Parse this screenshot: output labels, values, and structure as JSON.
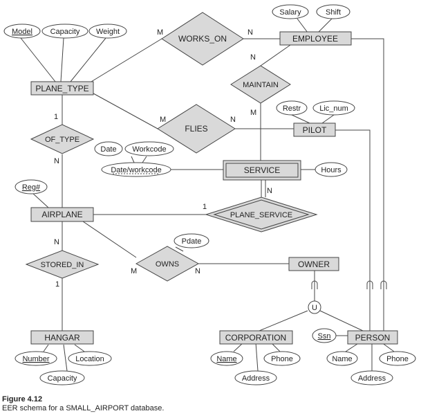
{
  "entities": {
    "employee": "EMPLOYEE",
    "plane_type": "PLANE_TYPE",
    "pilot": "PILOT",
    "service": "SERVICE",
    "airplane": "AIRPLANE",
    "owner": "OWNER",
    "hangar": "HANGAR",
    "corporation": "CORPORATION",
    "person": "PERSON"
  },
  "relationships": {
    "works_on": "WORKS_ON",
    "maintain": "MAINTAIN",
    "flies": "FLIES",
    "of_type": "OF_TYPE",
    "plane_service": "PLANE_SERVICE",
    "stored_in": "STORED_IN",
    "owns": "OWNS"
  },
  "attributes": {
    "salary": "Salary",
    "shift": "Shift",
    "model": "Model",
    "capacity_pt": "Capacity",
    "weight": "Weight",
    "restr": "Restr",
    "lic_num": "Lic_num",
    "date": "Date",
    "workcode": "Workcode",
    "date_workcode": "Date/workcode",
    "hours": "Hours",
    "reg": "Reg#",
    "pdate": "Pdate",
    "number": "Number",
    "location": "Location",
    "capacity_h": "Capacity",
    "ssn": "Ssn",
    "corp_name": "Name",
    "corp_phone": "Phone",
    "corp_address": "Address",
    "person_name": "Name",
    "person_phone": "Phone",
    "person_address": "Address"
  },
  "cardinalities": {
    "works_on_plane": "M",
    "works_on_employee": "N",
    "maintain_employee": "N",
    "maintain_service": "M",
    "flies_plane": "M",
    "flies_pilot": "N",
    "of_type_plane": "1",
    "of_type_airplane": "N",
    "plane_service_airplane": "1",
    "plane_service_service": "N",
    "stored_in_airplane": "N",
    "stored_in_hangar": "1",
    "owns_airplane": "M",
    "owns_owner": "N"
  },
  "union_symbol": "U",
  "caption": {
    "figure": "Figure 4.12",
    "text": "EER schema for a SMALL_AIRPORT database."
  }
}
